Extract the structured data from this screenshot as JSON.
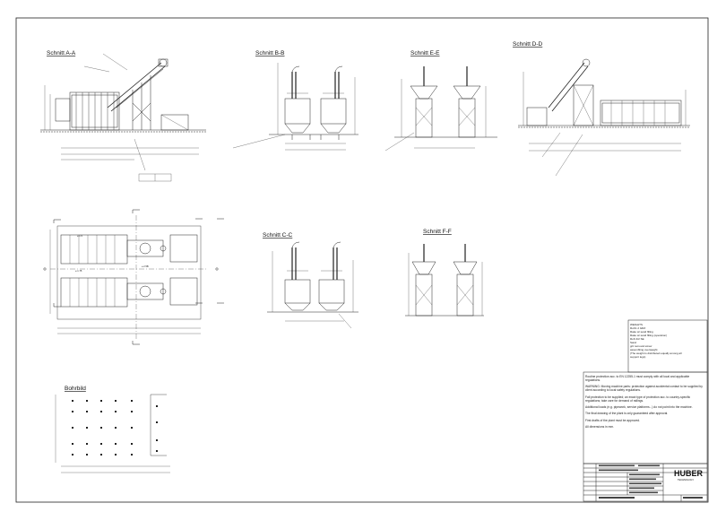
{
  "sections": {
    "a": "Schnitt A-A",
    "b": "Schnitt B-B",
    "e": "Schnitt E-E",
    "d": "Schnitt D-D",
    "c": "Schnitt C-C",
    "f": "Schnitt F-F",
    "bohrbild": "Bohrbild"
  },
  "plan_labels": {
    "phi1": "⌀ 1.5",
    "phi2": "⌀ 1.75",
    "phi3": "⌀ 2.5B"
  },
  "weights_box": {
    "title": "WEIGHTS",
    "line1": "RoK1 2 GRZ",
    "line2": "Rake w/ sand filling",
    "line3": "Rake w/ sand filling (operation)",
    "line4": "RoS 3/2 SE",
    "line5": "Sand",
    "line6": "grit removal screw",
    "line7": "assembling overweight",
    "line8": "(The weight is distributed equally among all",
    "line9": "support legs)"
  },
  "notes": {
    "n1": "Routine protection acc. to EN 12255-1 must comply with all local and applicable regulations.",
    "n2": "WARNING: Moving machine parts: protection against accidental contact to be supplied by client according to local safety regulations.",
    "n3": "Fall protection to be supplied; an exact type of protection acc. to country-specific regulations; take care for demand of railings.",
    "n4": "Additional loads (e.g. pipework, service platforms...) do not point into the machine.",
    "n5": "The final drawing of the plant is only guaranteed after approval.",
    "n6": "First drafts of the plant must be approved.",
    "n7": "All dimensions in mm."
  },
  "title_block": {
    "logo": "HUBER",
    "subtitle": "TECHNOLOGY"
  }
}
